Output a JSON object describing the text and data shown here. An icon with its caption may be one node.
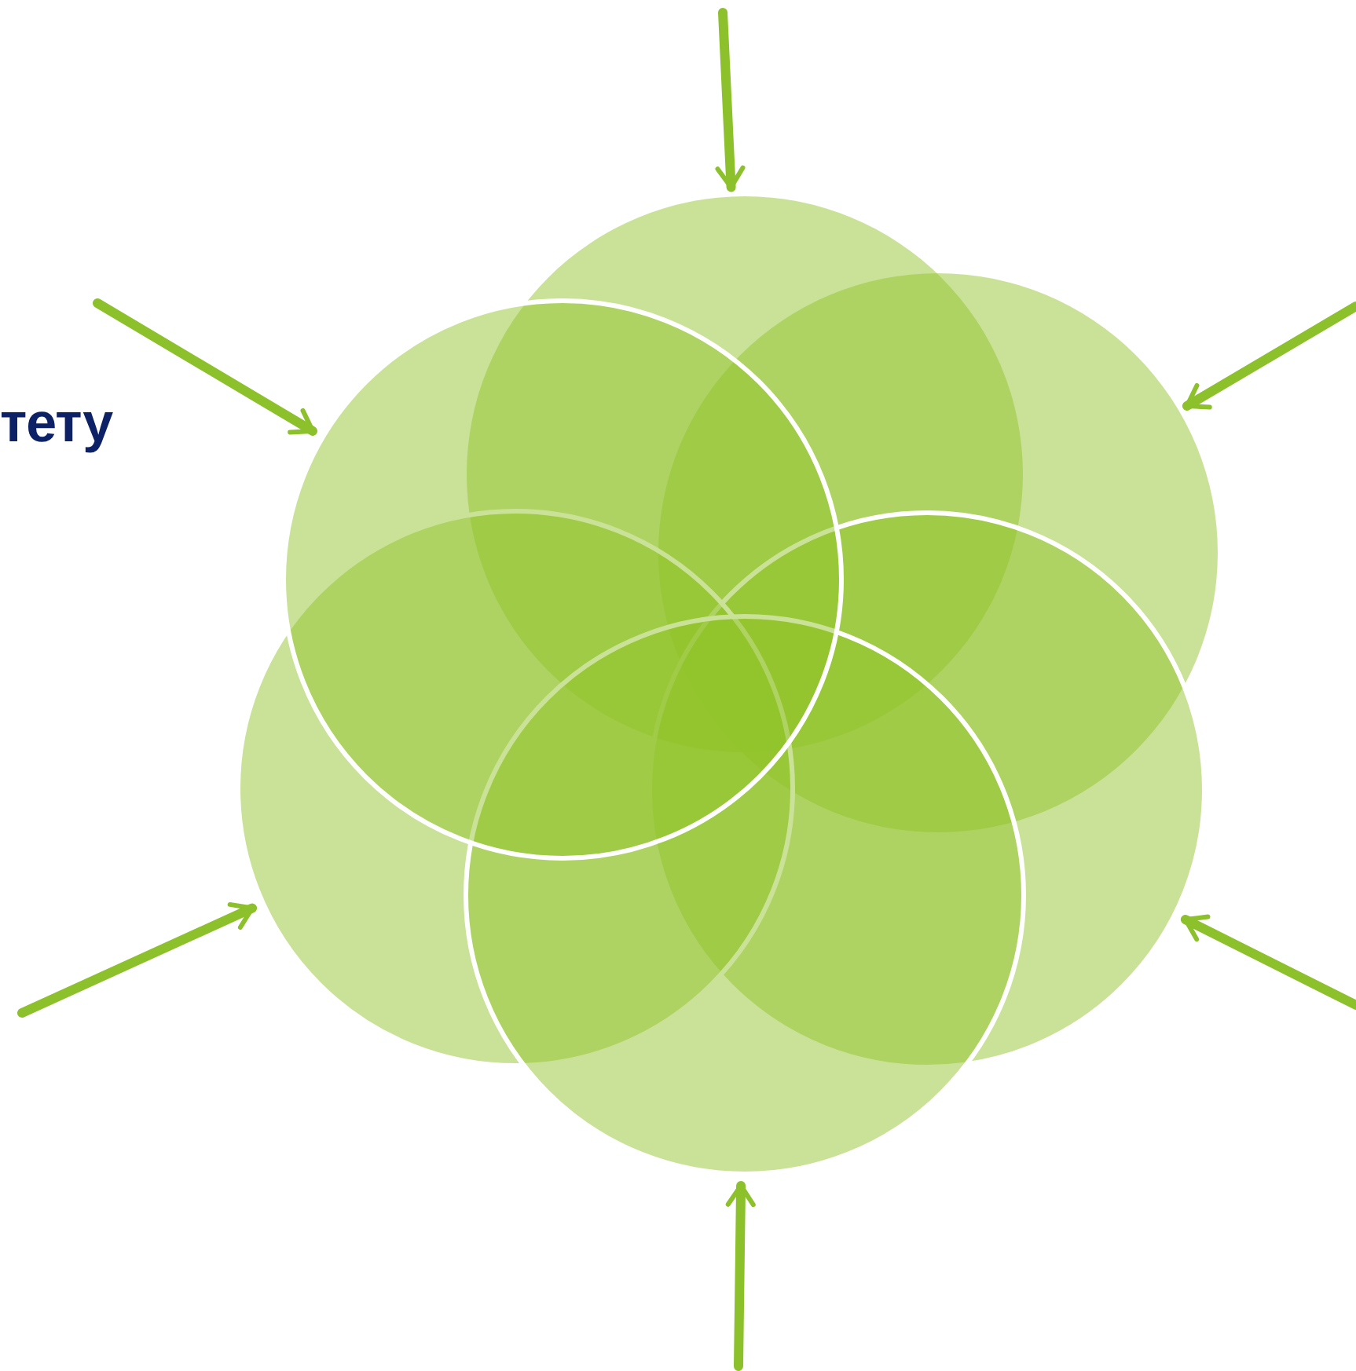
{
  "diagram": {
    "nodes": [
      {
        "text": [],
        "shape": "circle"
      },
      {
        "text": [],
        "shape": "circle"
      },
      {
        "text": [],
        "shape": "circle"
      },
      {
        "text": [],
        "shape": "circle"
      },
      {
        "text": [],
        "shape": "circle"
      },
      {
        "text": [],
        "shape": "circle"
      }
    ],
    "edges": [
      {
        "from": null,
        "to": 0,
        "arrow": "to"
      },
      {
        "from": null,
        "to": 1,
        "arrow": "to"
      },
      {
        "from": null,
        "to": 2,
        "arrow": "to"
      },
      {
        "from": null,
        "to": 3,
        "arrow": "to"
      },
      {
        "from": null,
        "to": 4,
        "arrow": "to"
      },
      {
        "from": null,
        "to": 5,
        "arrow": "to"
      }
    ],
    "labels": [
      "тету"
    ]
  }
}
